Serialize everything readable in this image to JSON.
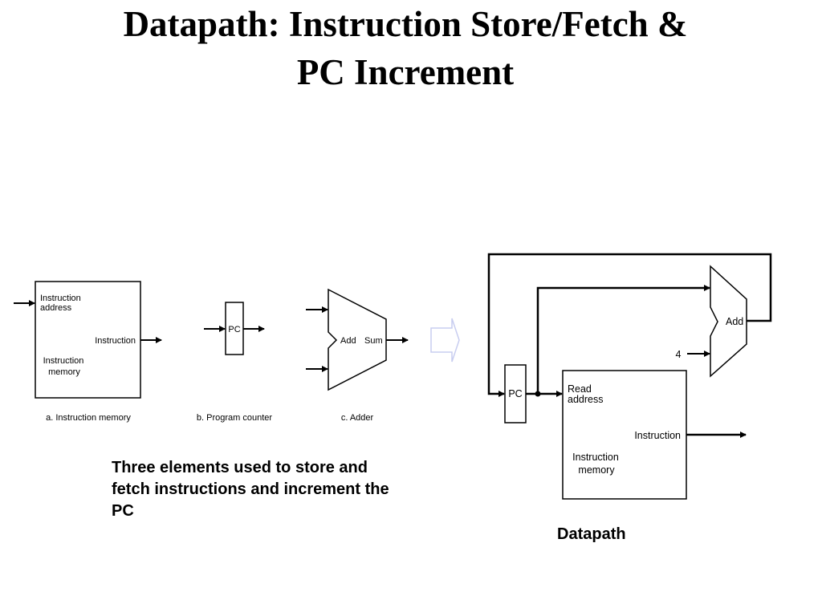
{
  "title": {
    "line1": "Datapath: Instruction Store/Fetch &",
    "line2": "PC Increment"
  },
  "elements": {
    "instruction_memory": {
      "address_line1": "Instruction",
      "address_line2": "address",
      "output": "Instruction",
      "name_line1": "Instruction",
      "name_line2": "memory",
      "caption": "a. Instruction memory"
    },
    "program_counter": {
      "label": "PC",
      "caption": "b. Program counter"
    },
    "adder": {
      "add": "Add",
      "sum": "Sum",
      "caption": "c. Adder"
    }
  },
  "datapath": {
    "pc": "PC",
    "adder": "Add",
    "constant": "4",
    "read_line1": "Read",
    "read_line2": "address",
    "output": "Instruction",
    "mem_line1": "Instruction",
    "mem_line2": "memory"
  },
  "captions": {
    "main": "Three elements used to store and fetch instructions and increment the PC",
    "datapath": "Datapath"
  },
  "colors": {
    "arrow_hint": "#c8cdf0"
  }
}
